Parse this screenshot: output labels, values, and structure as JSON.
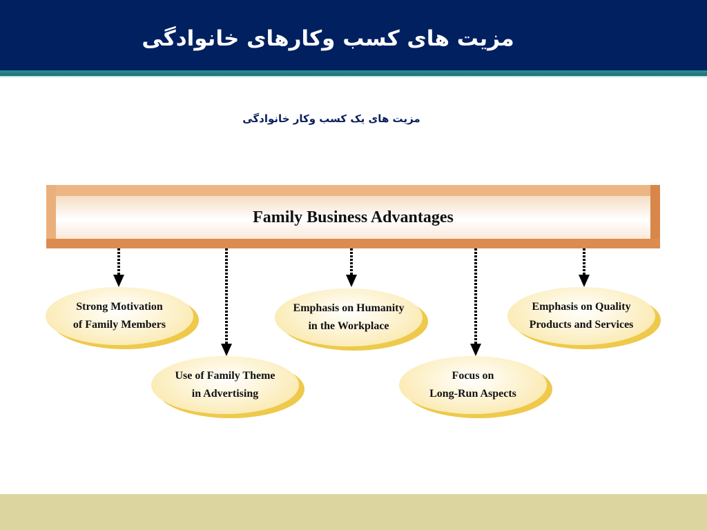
{
  "slide": {
    "title": "مزیت های کسب وکارهای خانوادگی",
    "subtitle": "مزیت های یک کسب وکار خانوادگی"
  },
  "diagram": {
    "header": "Family Business Advantages",
    "nodes": [
      {
        "line1": "Strong Motivation",
        "line2": "of Family Members"
      },
      {
        "line1": "Use of Family Theme",
        "line2": "in Advertising"
      },
      {
        "line1": "Emphasis on Humanity",
        "line2": "in the Workplace"
      },
      {
        "line1": "Focus on",
        "line2": "Long-Run Aspects"
      },
      {
        "line1": "Emphasis on Quality",
        "line2": "Products and Services"
      }
    ]
  },
  "colors": {
    "title_bar": "#002060",
    "accent_stripe": "#2a8f96",
    "header_frame": "#e39a5e",
    "node_fill": "#fdf3d2",
    "node_shadow": "#eec94b",
    "footer_band": "#ddd59f"
  }
}
